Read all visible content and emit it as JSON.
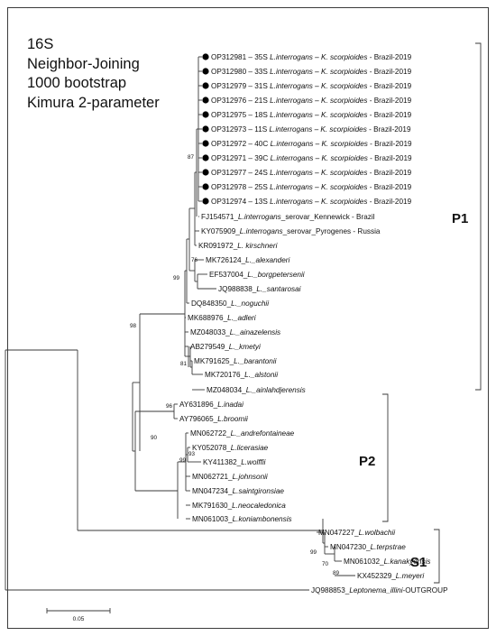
{
  "header": {
    "lines": [
      "16S",
      "Neighbor-Joining",
      "1000 bootstrap",
      "Kimura 2-parameter"
    ]
  },
  "leaves": [
    {
      "acc": "OP312981 – 35S ",
      "sp": "L.interrogans – K. scorpioides",
      "tail": " - Brazil-2019",
      "mark": true
    },
    {
      "acc": "OP312980 – 33S ",
      "sp": "L.interrogans – K. scorpioides",
      "tail": " - Brazil-2019",
      "mark": true
    },
    {
      "acc": "OP312979 – 31S ",
      "sp": "L.interrogans – K. scorpioides",
      "tail": " - Brazil-2019",
      "mark": true
    },
    {
      "acc": "OP312976 – 21S ",
      "sp": "L.interrogans – K. scorpioides",
      "tail": " - Brazil-2019",
      "mark": true
    },
    {
      "acc": "OP312975 – 18S ",
      "sp": "L.interrogans – K. scorpioides",
      "tail": " - Brazil-2019",
      "mark": true
    },
    {
      "acc": "OP312973 – 11S ",
      "sp": "L.interrogans – K. scorpioides",
      "tail": " - Brazil-2019",
      "mark": true
    },
    {
      "acc": "OP312972 – 40C ",
      "sp": "L.interrogans – K.  scorpioides",
      "tail": " - Brazil-2019",
      "mark": true
    },
    {
      "acc": "OP312971 – 39C ",
      "sp": "L.interrogans – K. scorpioides",
      "tail": " - Brazil-2019",
      "mark": true
    },
    {
      "acc": "OP312977 – 24S ",
      "sp": "L.interrogans – K. scorpioides",
      "tail": " - Brazil-2019",
      "mark": true
    },
    {
      "acc": "OP312978 – 25S ",
      "sp": "L.interrogans – K. scorpioides",
      "tail": " - Brazil-2019",
      "mark": true
    },
    {
      "acc": "OP312974 – 13S ",
      "sp": "L.interrogans – K. scorpioides",
      "tail": " - Brazil-2019",
      "mark": true
    },
    {
      "acc": "FJ154571_",
      "sp": "L.interrogans",
      "tail": "_serovar_Kennewick - Brazil",
      "mark": false
    },
    {
      "acc": "KY075909_",
      "sp": "L.interrogans",
      "tail": "_serovar_Pyrogenes - Russia",
      "mark": false
    },
    {
      "acc": "KR091972_",
      "sp": "L. kirschneri",
      "tail": "",
      "mark": false
    },
    {
      "acc": "MK726124_",
      "sp": "L._alexanderi",
      "tail": "",
      "mark": false
    },
    {
      "acc": "EF537004_",
      "sp": "L._borgpetersenii",
      "tail": "",
      "mark": false
    },
    {
      "acc": "JQ988838_",
      "sp": "L._santarosai",
      "tail": "",
      "mark": false
    },
    {
      "acc": "DQ848350_",
      "sp": "L._noguchii",
      "tail": "",
      "mark": false
    },
    {
      "acc": "MK688976_",
      "sp": "L._adleri",
      "tail": "",
      "mark": false
    },
    {
      "acc": "MZ048033_",
      "sp": "L._ainazelensis",
      "tail": "",
      "mark": false
    },
    {
      "acc": "AB279549_",
      "sp": "L._kmetyi",
      "tail": "",
      "mark": false
    },
    {
      "acc": "MK791625_",
      "sp": "L._barantonii",
      "tail": "",
      "mark": false
    },
    {
      "acc": "MK720176_",
      "sp": "L._alstonii",
      "tail": "",
      "mark": false
    },
    {
      "acc": "MZ048034_",
      "sp": "L._ainlahdjerensis",
      "tail": "",
      "mark": false
    },
    {
      "acc": "AY631896_",
      "sp": "L.inadai",
      "tail": "",
      "mark": false
    },
    {
      "acc": "AY796065_",
      "sp": "L.broomii",
      "tail": "",
      "mark": false
    },
    {
      "acc": "MN062722_",
      "sp": "L._andrefontaineae",
      "tail": "",
      "mark": false
    },
    {
      "acc": "KY052078_",
      "sp": "L.licerasiae",
      "tail": "",
      "mark": false
    },
    {
      "acc": "KY411382_",
      "sp": "L.wolffii",
      "tail": "",
      "mark": false
    },
    {
      "acc": "MN062721_",
      "sp": "L.johnsonii",
      "tail": "",
      "mark": false
    },
    {
      "acc": "MN047234_",
      "sp": "L.saintgironsiae",
      "tail": "",
      "mark": false
    },
    {
      "acc": "MK791630_",
      "sp": "L.neocaledonica",
      "tail": "",
      "mark": false
    },
    {
      "acc": "MN061003_",
      "sp": "L.koniambonensis",
      "tail": "",
      "mark": false
    },
    {
      "acc": "MN047227_",
      "sp": "L.wolbachii",
      "tail": "",
      "mark": false
    },
    {
      "acc": "MN047230_",
      "sp": "L.terpstrae",
      "tail": "",
      "mark": false
    },
    {
      "acc": "MN061032_",
      "sp": "L.kanakyensis",
      "tail": "",
      "mark": false
    },
    {
      "acc": "KX452329_",
      "sp": "L.meyeri",
      "tail": "",
      "mark": false
    },
    {
      "acc": "JQ988853_",
      "sp": "Leptonema_illini",
      "tail": "-OUTGROUP",
      "mark": false
    }
  ],
  "bootstrap_values": [
    "87",
    "76",
    "99",
    "98",
    "96",
    "90",
    "93",
    "99",
    "99",
    "70",
    "89",
    "81"
  ],
  "groups": [
    "P1",
    "P2",
    "S1"
  ],
  "scale_bar": {
    "label": "0.05"
  },
  "colors": {
    "line": "#3a3a3a",
    "text": "#111111",
    "marker": "#000000"
  }
}
